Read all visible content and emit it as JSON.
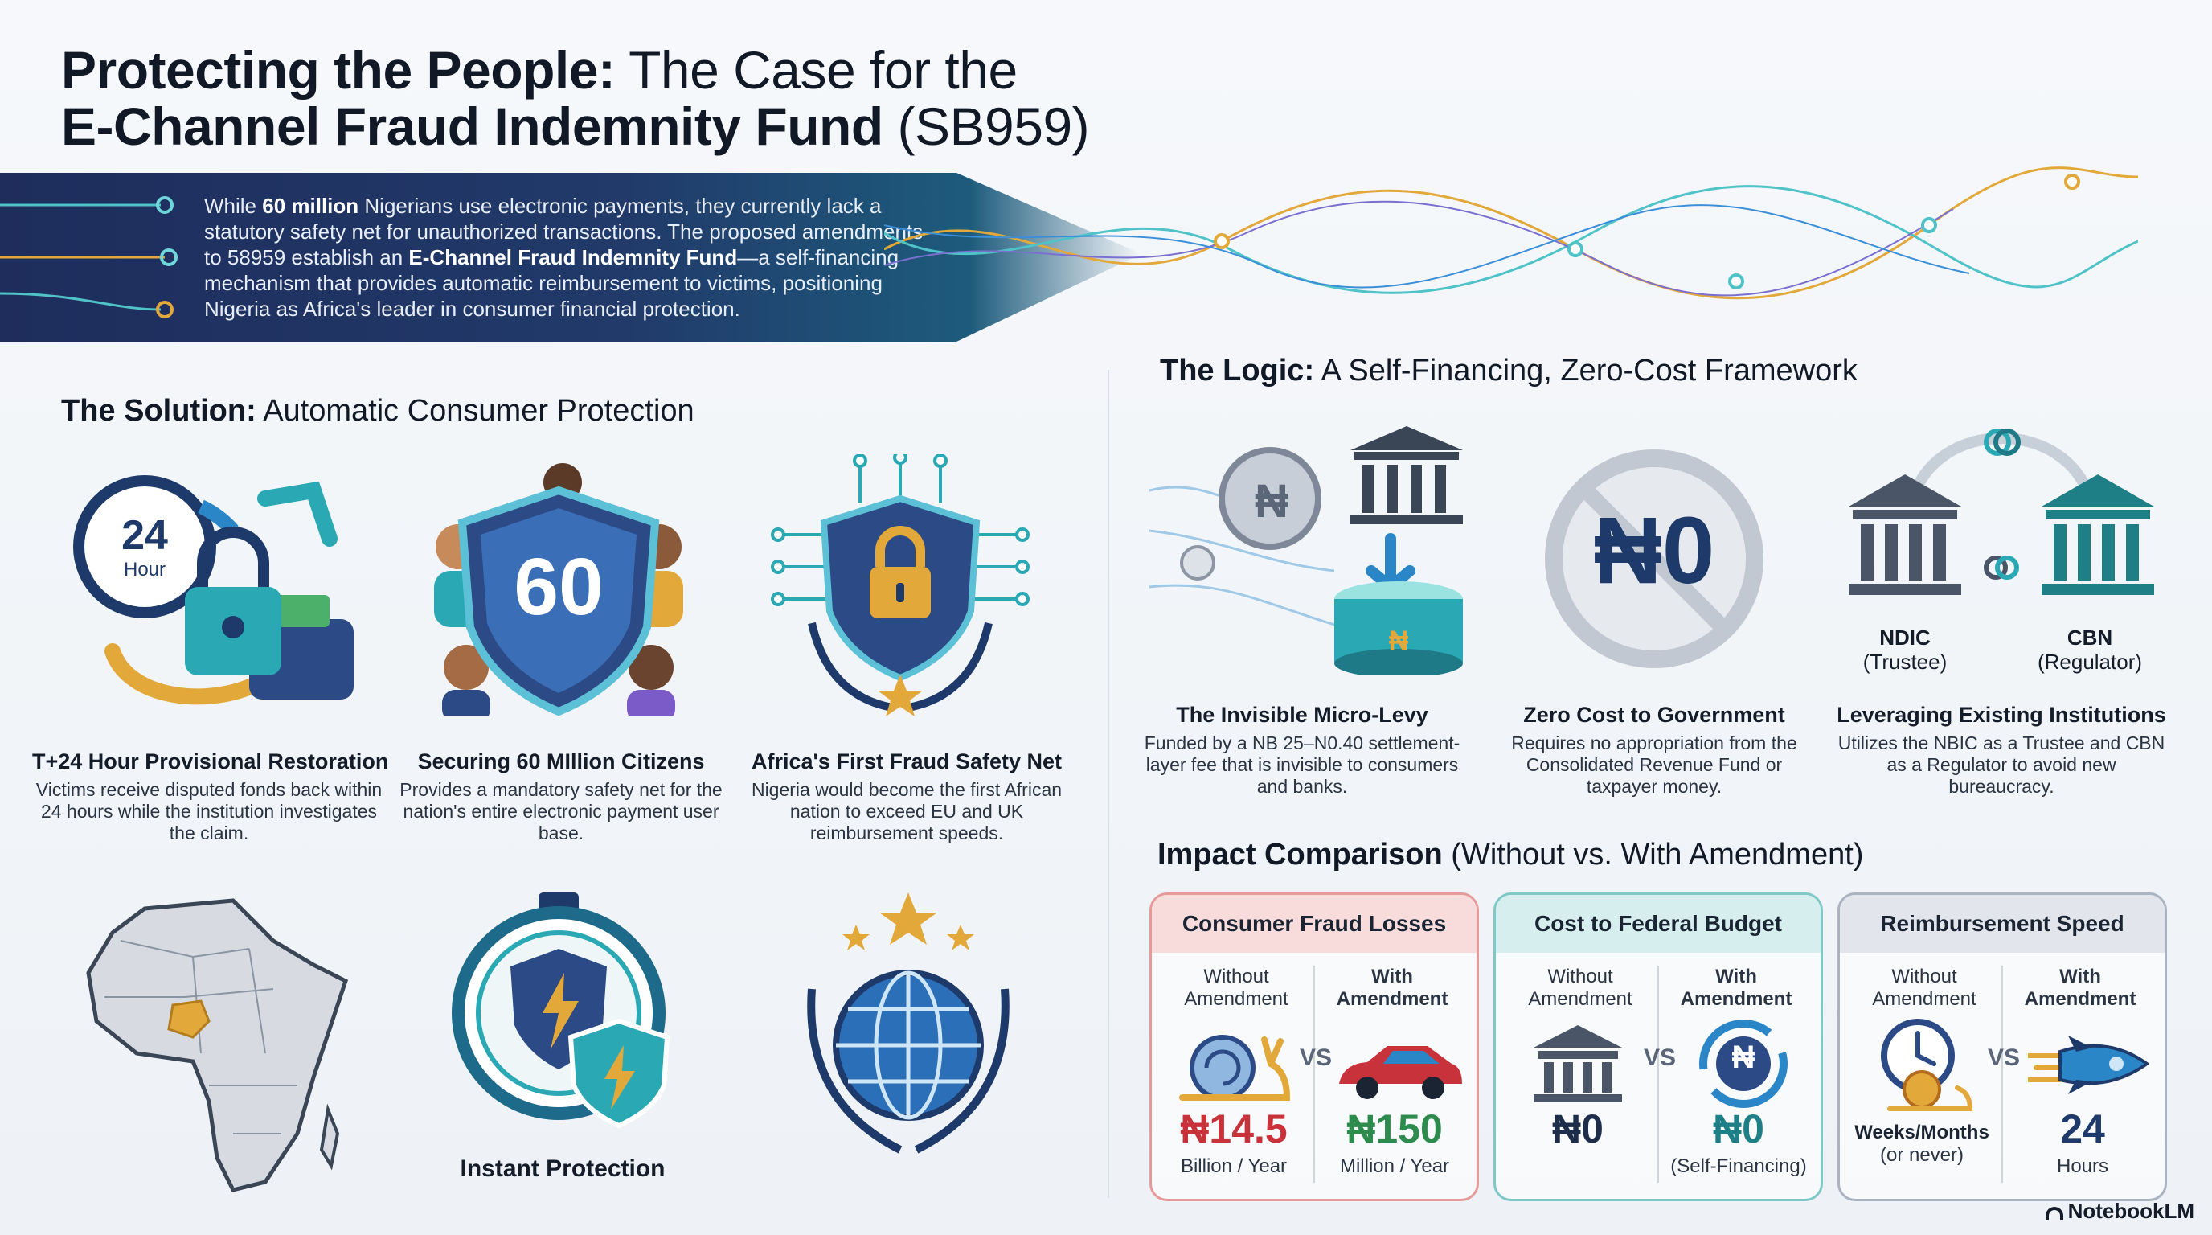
{
  "title": {
    "line1_bold": "Protecting the People:",
    "line1_light": " The Case for the",
    "line2_bold": "E-Channel Fraud Indemnity Fund",
    "line2_light": " (SB959)"
  },
  "banner": {
    "text_pre": "While ",
    "text_bold1": "60 million",
    "text_mid": " Nigerians use electronic payments, they currently lack a statutory safety net for unauthorized transactions. The proposed amendments to 58959 establish an ",
    "text_bold2": "E-Channel Fraud Indemnity Fund",
    "text_post": "—a self-financing mechanism that provides automatic reimbursement to victims, positioning Nigeria as Africa's leader in consumer financial protection."
  },
  "solution": {
    "heading_bold": "The Solution:",
    "heading_light": " Automatic Consumer Protection",
    "features": [
      {
        "icon": "clock-lock-wallet-icon",
        "badge_num": "24",
        "badge_unit": "Hour",
        "title": "T+24 Hour Provisional Restoration",
        "desc": "Victims receive disputed fonds back within 24 hours while the institution investigates the claim."
      },
      {
        "icon": "shield-citizens-icon",
        "badge_num": "60",
        "title": "Securing 60 MIllion Citizens",
        "desc": "Provides a mandatory safety net for the nation's entire electronic payment user base."
      },
      {
        "icon": "padlock-shield-laurel-icon",
        "title": "Africa's First Fraud Safety Net",
        "desc": "Nigeria would become the first African nation to exceed EU and UK reimbursement speeds."
      }
    ],
    "bottom_icons": [
      {
        "icon": "africa-map-icon",
        "label": ""
      },
      {
        "icon": "stopwatch-shield-icon",
        "label": "Instant Protection"
      },
      {
        "icon": "globe-laurel-icon",
        "label": ""
      }
    ]
  },
  "logic": {
    "heading_bold": "The Logic:",
    "heading_light": " A Self-Financing, Zero-Cost Framework",
    "naira_symbol": "₦",
    "zero_badge": "₦0",
    "ndic_label": "NDIC",
    "ndic_role": "(Trustee)",
    "cbn_label": "CBN",
    "cbn_role": "(Regulator)",
    "items": [
      {
        "icon": "coin-bank-vault-icon",
        "title": "The Invisible Micro-Levy",
        "desc": "Funded by a NB 25–N0.40 settlement-layer fee that is invisible to consumers and banks."
      },
      {
        "icon": "no-cost-icon",
        "title": "Zero Cost to Government",
        "desc": "Requires no appropriation from the Consolidated Revenue Fund or taxpayer money."
      },
      {
        "icon": "linked-banks-icon",
        "title": "Leveraging Existing Institutions",
        "desc": "Utilizes the NBIC as a Trustee and CBN as a Regulator to avoid new bureaucracy."
      }
    ]
  },
  "impact": {
    "heading_bold": "Impact Comparison",
    "heading_light": " (Without vs. With Amendment)",
    "vs_label": "VS",
    "cards": [
      {
        "title": "Consumer Fraud Losses",
        "without_label": "Without Amendment",
        "with_label": "With Amendment",
        "without_value": "₦14.5",
        "without_unit": "Billion / Year",
        "with_value": "₦150",
        "with_unit": "Million / Year",
        "without_icon": "snail-icon",
        "with_icon": "car-icon",
        "border": "#e79a9a",
        "header_bg": "#f8dcdc",
        "without_color": "#c8323a",
        "with_color": "#2e8b4e"
      },
      {
        "title": "Cost to Federal Budget",
        "without_label": "Without Amendment",
        "with_label": "With Amendment",
        "without_value": "₦0",
        "without_unit": "",
        "with_value": "₦0",
        "with_unit": "(Self-Financing)",
        "without_icon": "bank-icon",
        "with_icon": "naira-cycle-icon",
        "border": "#7ec9c7",
        "header_bg": "#d6efee",
        "without_color": "#1e2d4a",
        "with_color": "#1f7f86"
      },
      {
        "title": "Reimbursement Speed",
        "without_label": "Without Amendment",
        "with_label": "With Amendment",
        "without_value": "Weeks/Months",
        "without_unit": "(or never)",
        "with_value": "24",
        "with_unit": "Hours",
        "without_icon": "clock-snail-icon",
        "with_icon": "rocket-icon",
        "border": "#aab3c2",
        "header_bg": "#e2e6ec",
        "without_color": "#1b2433",
        "with_color": "#1e3a6a"
      }
    ]
  },
  "brand": "NotebookLM",
  "colors": {
    "navy": "#1e2d5c",
    "teal": "#1f7f86",
    "gold": "#e2a83a",
    "red": "#c8323a",
    "green": "#2e8b4e"
  }
}
